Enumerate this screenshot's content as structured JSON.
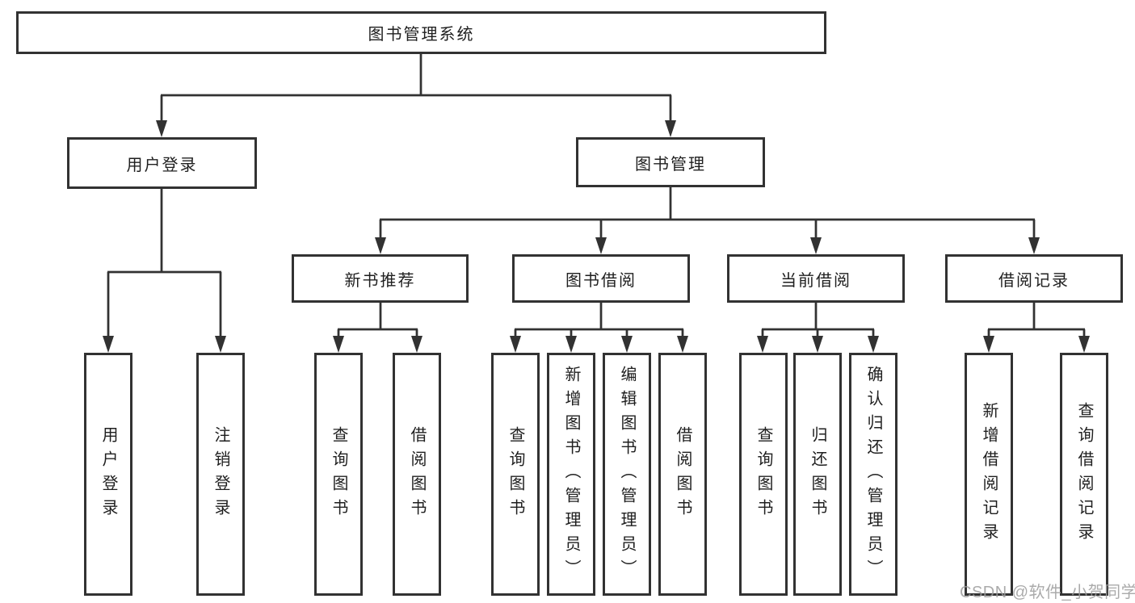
{
  "diagram": {
    "root": {
      "label": "图书管理系统"
    },
    "branches": [
      {
        "label": "用户登录",
        "children": [
          {
            "label": "用户登录"
          },
          {
            "label": "注销登录"
          }
        ]
      },
      {
        "label": "图书管理",
        "children": [
          {
            "label": "新书推荐",
            "children": [
              {
                "label": "查询图书"
              },
              {
                "label": "借阅图书"
              }
            ]
          },
          {
            "label": "图书借阅",
            "children": [
              {
                "label": "查询图书"
              },
              {
                "label": "新增图书（管理员）"
              },
              {
                "label": "编辑图书（管理员）"
              },
              {
                "label": "借阅图书"
              }
            ]
          },
          {
            "label": "当前借阅",
            "children": [
              {
                "label": "查询图书"
              },
              {
                "label": "归还图书"
              },
              {
                "label": "确认归还（管理员）"
              }
            ]
          },
          {
            "label": "借阅记录",
            "children": [
              {
                "label": "新增借阅记录"
              },
              {
                "label": "查询借阅记录"
              }
            ]
          }
        ]
      }
    ]
  },
  "watermark": {
    "text": "CSDN @软件_小贺同学"
  },
  "colors": {
    "line": "#323232",
    "text": "#1f1f1f",
    "watermark": "#9c9c9c",
    "background": "#ffffff"
  }
}
